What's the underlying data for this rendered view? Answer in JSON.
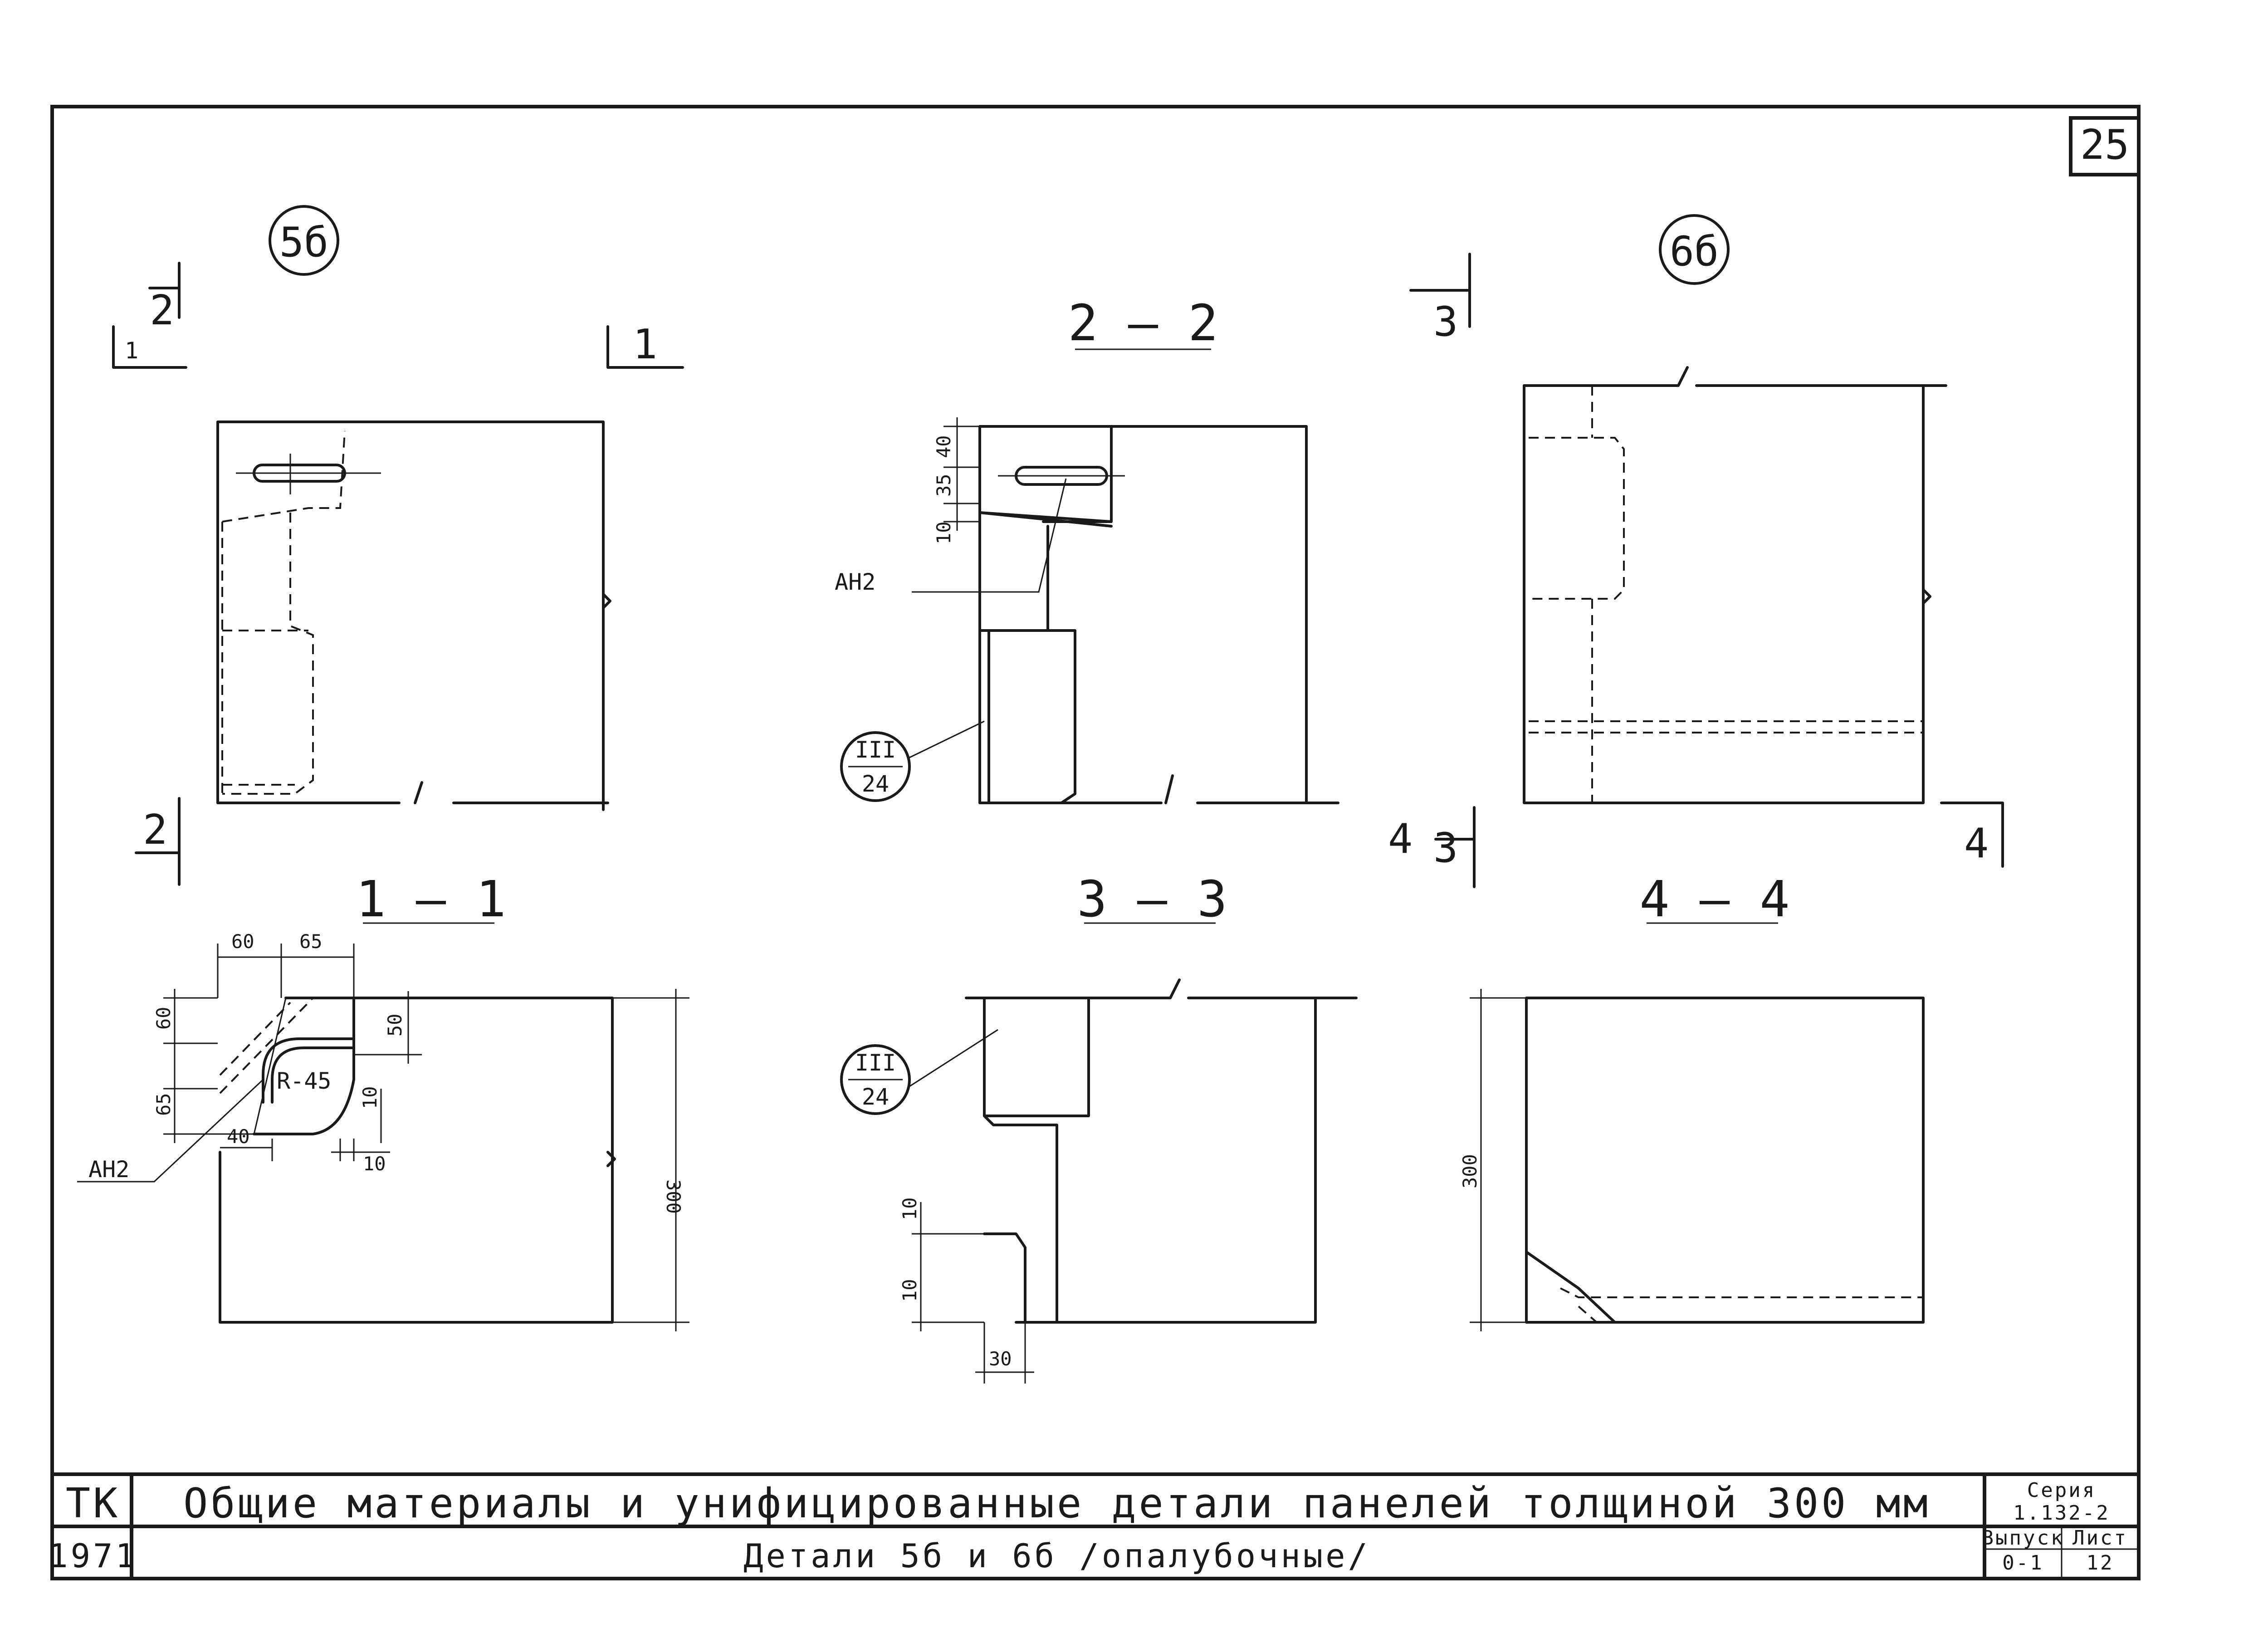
{
  "sheet_number": "25",
  "details": {
    "d5": {
      "label": "5б"
    },
    "d6": {
      "label": "6б"
    }
  },
  "cut_marks": {
    "m1": "1",
    "m2": "2",
    "m3": "3",
    "m4": "4"
  },
  "sections": {
    "s22": "2 — 2",
    "s11": "1 — 1",
    "s33": "3 — 3",
    "s44": "4 — 4"
  },
  "callouts": {
    "an2": "АН2",
    "ref_top": "III",
    "ref_bottom": "24",
    "radius": "R-45"
  },
  "dimensions": {
    "d22_a": "40",
    "d22_b": "35",
    "d22_c": "10",
    "d11_60a": "60",
    "d11_65a": "65",
    "d11_60b": "60",
    "d11_65b": "65",
    "d11_50": "50",
    "d11_40": "40",
    "d11_10a": "10",
    "d11_10b": "10",
    "d11_300": "300",
    "d33_10a": "10",
    "d33_10b": "10",
    "d33_30": "30",
    "d44_300": "300"
  },
  "title_block": {
    "org": "ТК",
    "year": "1971",
    "title": "Общие материалы и унифицированные детали панелей толщиной 300 мм",
    "subtitle": "Детали 5б и 6б /опалубочные/",
    "series_label": "Серия",
    "series_value": "1.132-2",
    "issue_label": "Выпуск",
    "issue_value": "0-1",
    "sheet_label": "Лист",
    "sheet_value": "12"
  }
}
